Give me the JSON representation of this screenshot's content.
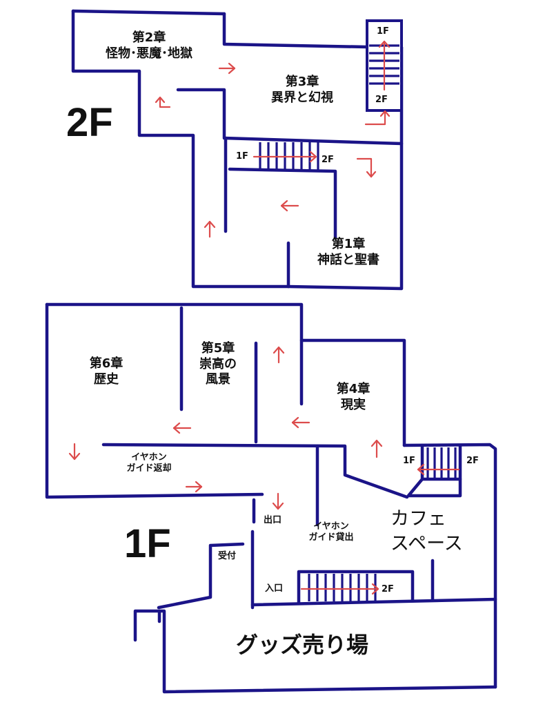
{
  "floors": {
    "upper": {
      "label": "2F"
    },
    "lower": {
      "label": "1F"
    }
  },
  "rooms": {
    "chapter2": {
      "line1": "第2章",
      "line2": "怪物･悪魔･地獄"
    },
    "chapter3": {
      "line1": "第3章",
      "line2": "異界と幻視"
    },
    "chapter1": {
      "line1": "第1章",
      "line2": "神話と聖書"
    },
    "chapter6": {
      "line1": "第6章",
      "line2": "歴史"
    },
    "chapter5": {
      "line1": "第5章",
      "line2": "崇高の",
      "line3": "風景"
    },
    "chapter4": {
      "line1": "第4章",
      "line2": "現実"
    }
  },
  "stairs": {
    "upper_right": {
      "top": "1F",
      "bottom": "2F"
    },
    "upper_center": {
      "left": "1F",
      "right": "2F"
    },
    "lower_right": {
      "left": "1F",
      "right": "2F"
    },
    "lower_entrance": {
      "right": "2F"
    }
  },
  "areas": {
    "earphone_return": {
      "line1": "イヤホン",
      "line2": "ガイド返却"
    },
    "exit": "出口",
    "earphone_rental": {
      "line1": "イヤホン",
      "line2": "ガイド貸出"
    },
    "reception": "受付",
    "entrance": "入口",
    "cafe": {
      "line1": "カフェ",
      "line2": "スペース"
    },
    "goods": "グッズ売り場"
  },
  "colors": {
    "walls": "#1b1488",
    "arrows": "#dc4b4b",
    "text": "#111111"
  }
}
